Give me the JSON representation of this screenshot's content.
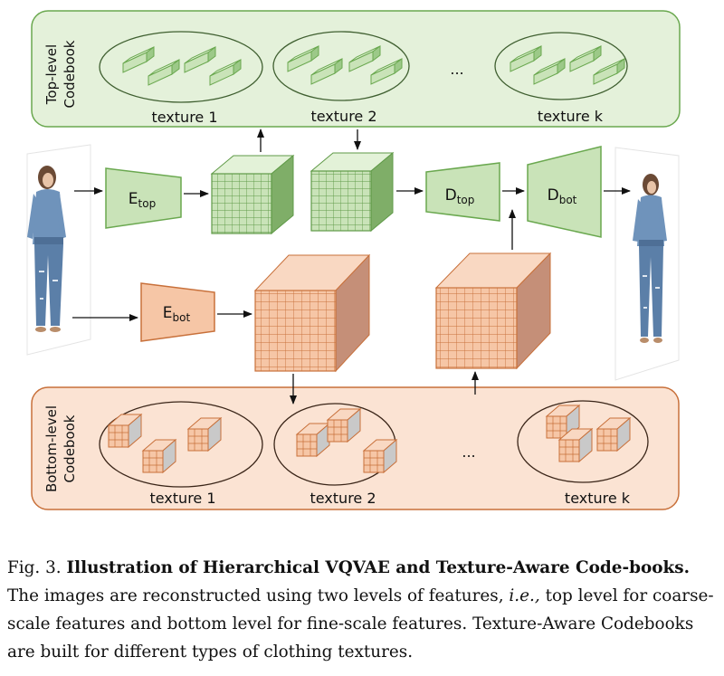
{
  "top_codebook": {
    "title_line1": "Top-level",
    "title_line2": "Codebook",
    "textures": [
      "texture 1",
      "texture 2",
      "texture k"
    ],
    "ellipsis": "..."
  },
  "bottom_codebook": {
    "title_line1": "Bottom-level",
    "title_line2": "Codebook",
    "textures": [
      "texture 1",
      "texture 2",
      "texture k"
    ],
    "ellipsis": "..."
  },
  "modules": {
    "e_top": {
      "main": "E",
      "sub": "top"
    },
    "e_bot": {
      "main": "E",
      "sub": "bot"
    },
    "d_top": {
      "main": "D",
      "sub": "top"
    },
    "d_bot": {
      "main": "D",
      "sub": "bot"
    }
  },
  "colors": {
    "green_fill": "#c9e3b8",
    "green_stroke": "#6aa84f",
    "green_panel": "#e4f1da",
    "orange_fill": "#f6c6a6",
    "orange_stroke": "#c8703a",
    "orange_panel": "#fbe3d3",
    "orange_side": "#c58f78"
  },
  "caption": {
    "fig_label": "Fig. 3.",
    "bold_title": "Illustration of Hierarchical VQVAE and Texture-Aware Code-books.",
    "text_part1": "The images are reconstructed using two levels of features,",
    "ie": "i.e.,",
    "text_part2": "top level for coarse-scale features and bottom level for fine-scale features. Texture-Aware Codebooks are built for different types of clothing textures."
  }
}
